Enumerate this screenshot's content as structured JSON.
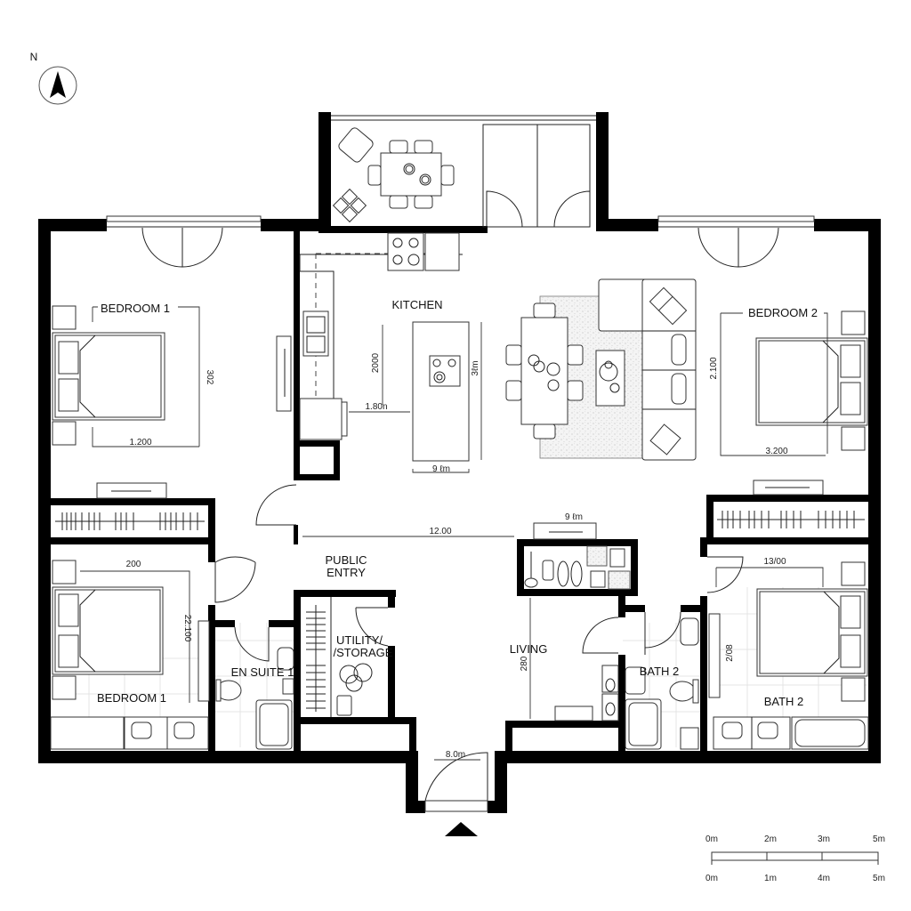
{
  "compass": {
    "label": "N"
  },
  "rooms": {
    "bedroom1_top": "BEDROOM 1",
    "kitchen": "KITCHEN",
    "bedroom2": "BEDROOM 2",
    "public_entry_line1": "PUBLIC",
    "public_entry_line2": "ENTRY",
    "utility_line1": "UTILITY/",
    "utility_line2": "/STORAGE",
    "living": "LIVING",
    "bedroom1_bottom": "BEDROOM 1",
    "ensuite1": "EN SUITE 1",
    "bath2_center": "BATH 2",
    "bath2_right": "BATH 2"
  },
  "dimensions": {
    "bed1_top_height": "302",
    "bed1_top_width": "1.200",
    "kitchen_clearance_v": "2000",
    "kitchen_clearance_h": "1.80n",
    "island_length": "3ℓm",
    "island_width": "9 ℓm",
    "bed2_height": "2.100",
    "bed2_width": "3.200",
    "corridor_width": "12.00",
    "storage_width": "9 ℓm",
    "bed_bl_width": "200",
    "bed_bl_height": "22.100",
    "living_height": "280",
    "bed_br_width": "13/00",
    "bed_br_height": "2/08",
    "entry_door": "8.0m"
  },
  "scale_bar": {
    "top_labels": [
      "0m",
      "2m",
      "3m",
      "5m"
    ],
    "bottom_labels": [
      "0m",
      "1m",
      "4m",
      "5m"
    ]
  },
  "colors": {
    "wall": "#000000",
    "line": "#222222",
    "background": "#ffffff",
    "rug": "#e6e6e6"
  }
}
